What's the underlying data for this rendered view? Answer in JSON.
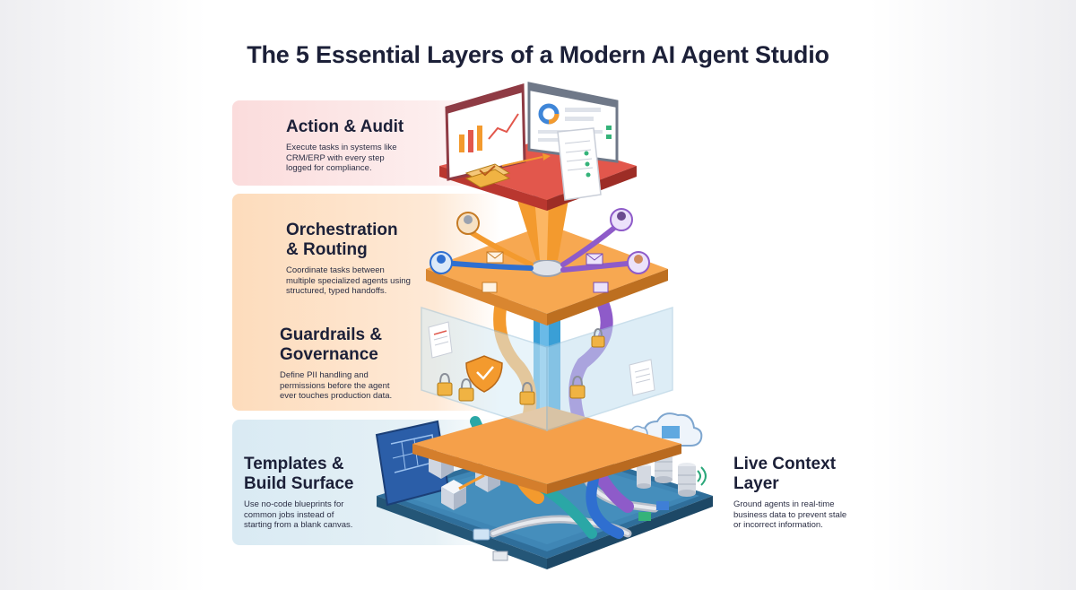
{
  "title": "The 5 Essential Layers of a Modern AI Agent Studio",
  "layers": {
    "action": {
      "title": "Action & Audit",
      "description": "Execute tasks in systems like\nCRM/ERP with every step\nlogged for compliance."
    },
    "orchestration": {
      "title": "Orchestration\n& Routing",
      "description": "Coordinate tasks between\nmultiple specialized agents using\nstructured, typed handoffs."
    },
    "guardrails": {
      "title": "Guardrails &\nGovernance",
      "description": "Define PII handling and\npermissions before the agent\never touches production data."
    },
    "templates": {
      "title": "Templates &\nBuild Surface",
      "description": "Use no-code blueprints for\ncommon jobs instead of\nstarting from a blank canvas."
    },
    "context": {
      "title": "Live Context\nLayer",
      "description": "Ground agents in real-time\nbusiness data to prevent stale\nor incorrect information."
    }
  },
  "colors": {
    "action_panel": "#fbdcdc",
    "orchestration_panel": "#fddcbc",
    "templates_panel": "#d9eaf3",
    "top_platform": "#e2574c",
    "orange_platform": "#f5a04a",
    "base_platform": "#3f86b5",
    "pipe_orange": "#f39a2e",
    "pipe_purple": "#8e5bc9",
    "pipe_teal": "#2aa7a6",
    "pipe_blue": "#2f6fd0"
  }
}
